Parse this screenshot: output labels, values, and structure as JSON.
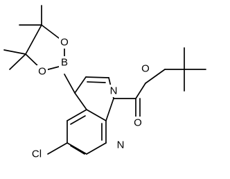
{
  "atom_labels": {
    "cl": "Cl",
    "n_pyridine": "N",
    "n_pyrrole": "N",
    "boron": "B",
    "o_ring_top": "O",
    "o_ring_bottom": "O",
    "o_carbonyl": "O",
    "o_ester": "O"
  }
}
